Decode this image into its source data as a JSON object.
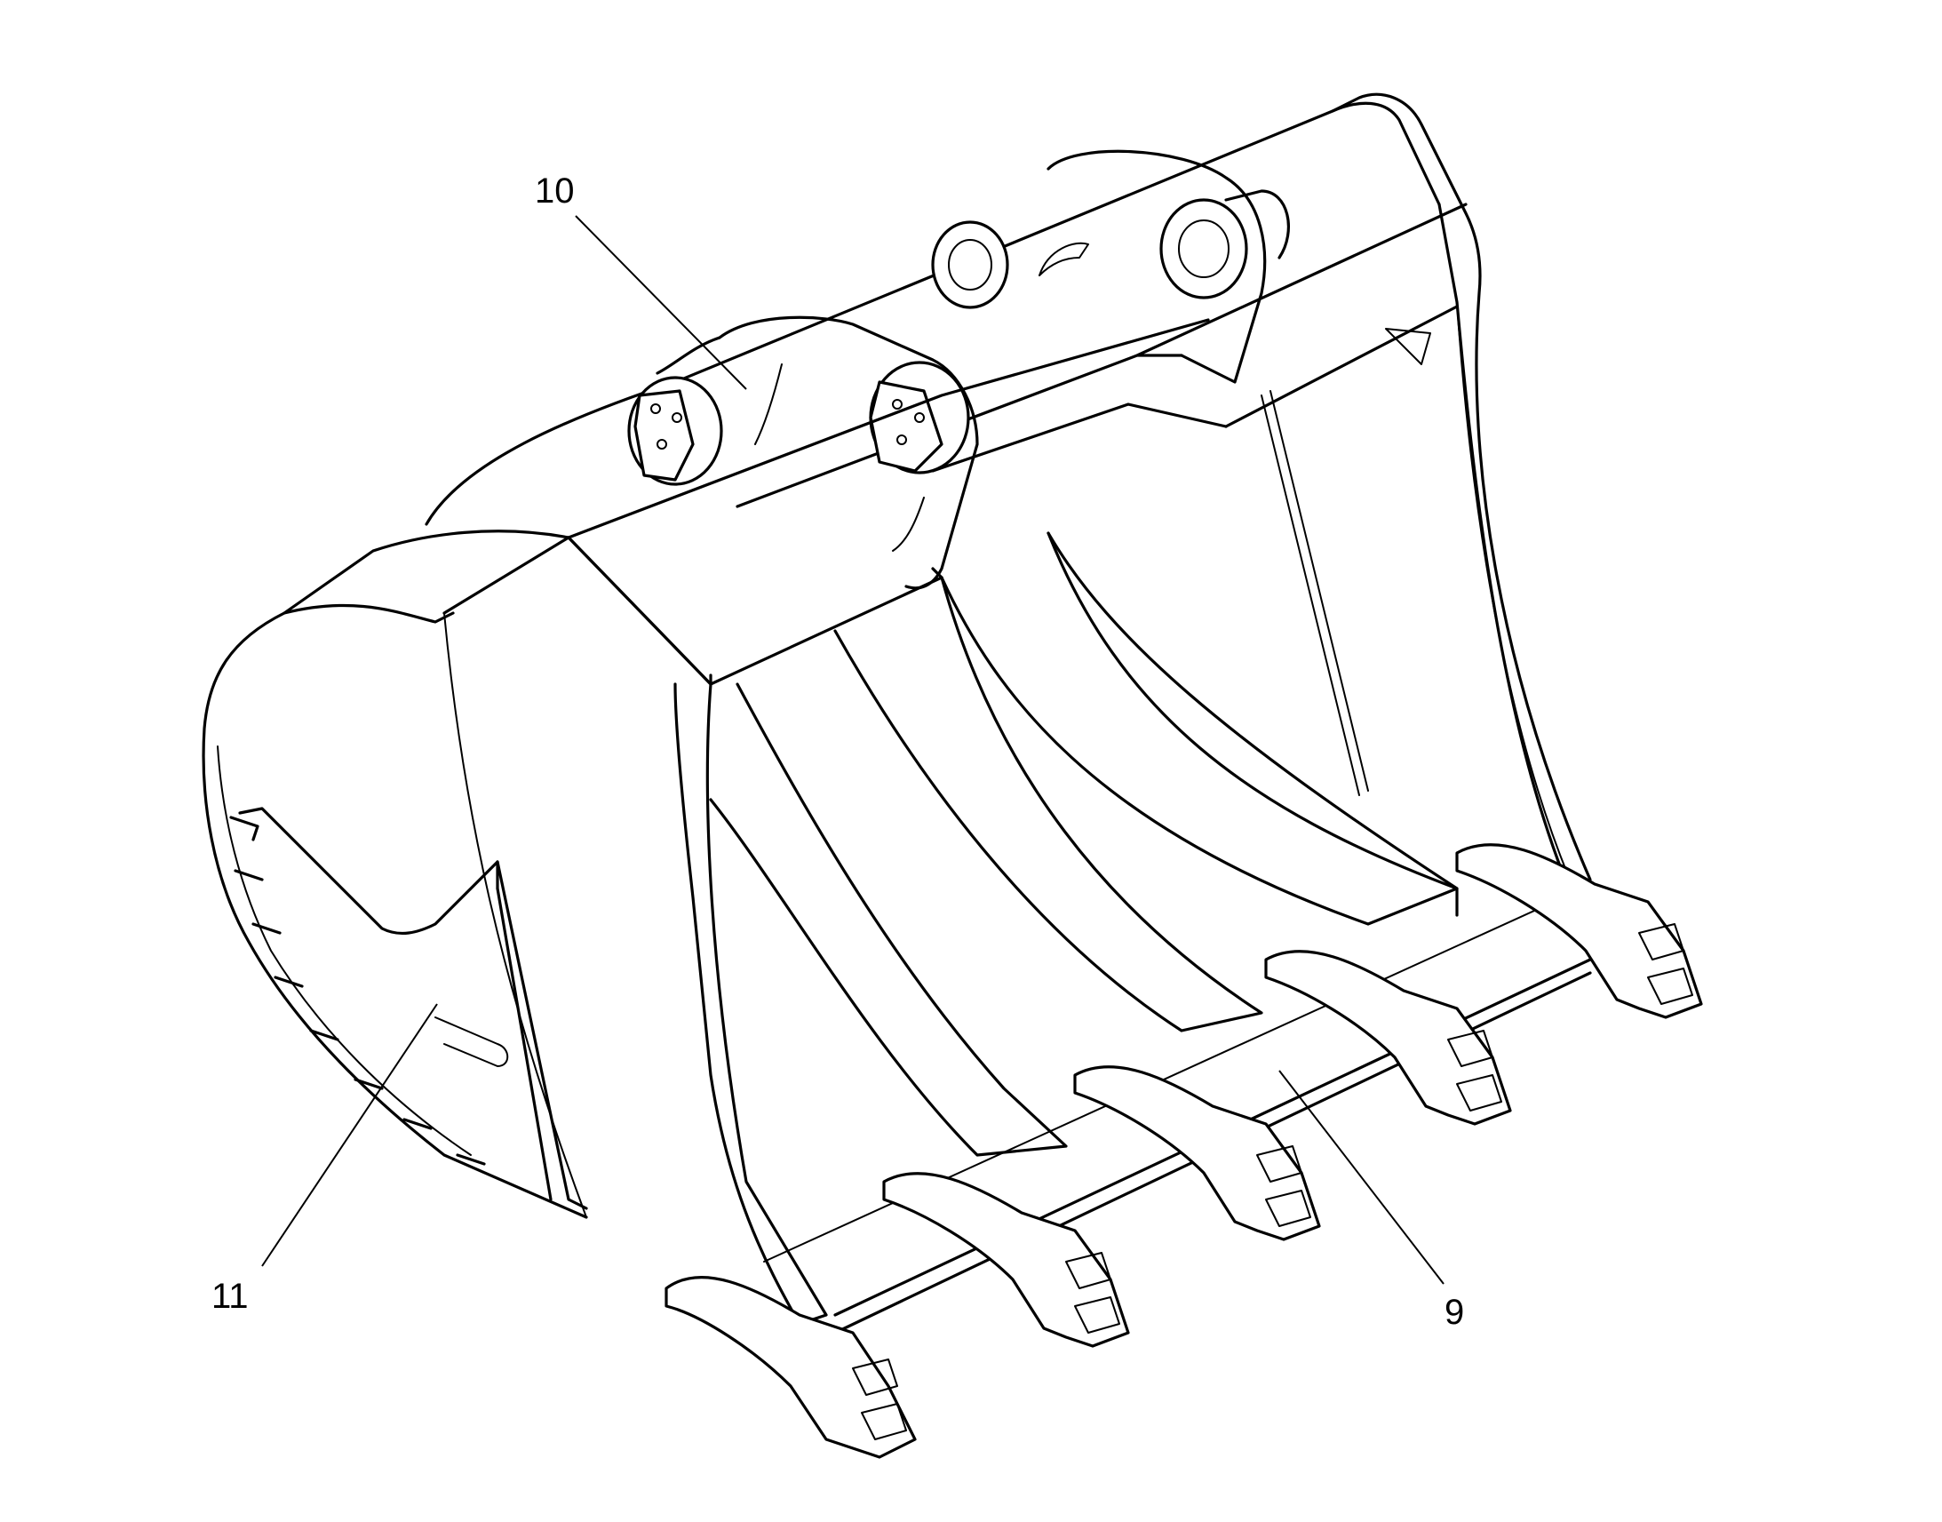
{
  "callouts": [
    {
      "id": "10",
      "label": "10"
    },
    {
      "id": "11",
      "label": "11"
    },
    {
      "id": "9",
      "label": "9"
    }
  ]
}
